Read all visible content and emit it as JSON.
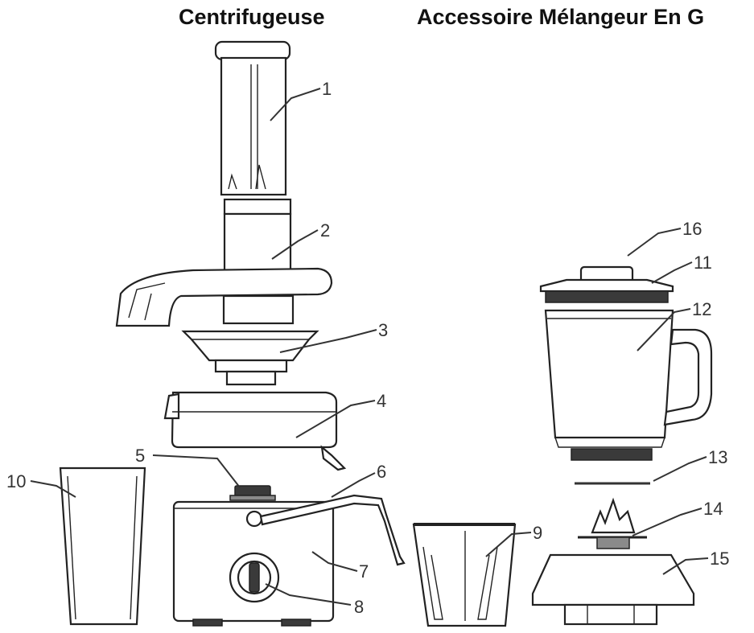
{
  "titles": {
    "left": "Centrifugeuse",
    "right": "Accessoire Mélangeur En G"
  },
  "callouts": [
    "1",
    "2",
    "3",
    "4",
    "5",
    "6",
    "7",
    "8",
    "9",
    "10",
    "11",
    "12",
    "13",
    "14",
    "15",
    "16"
  ],
  "colors": {
    "line": "#222222",
    "text": "#111111",
    "background": "#ffffff"
  }
}
